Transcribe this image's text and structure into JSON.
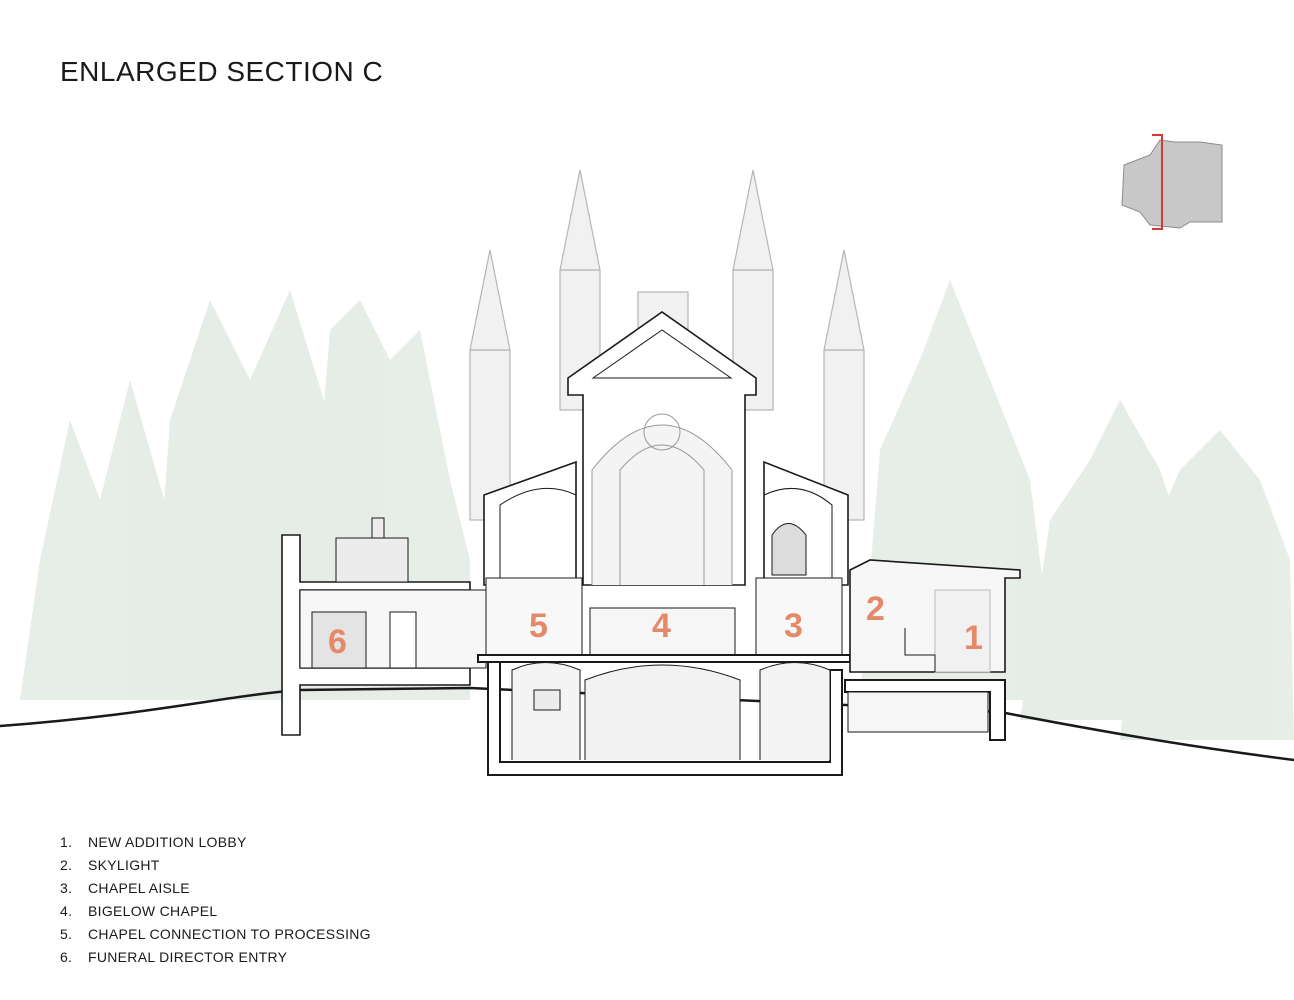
{
  "title": "ENLARGED SECTION C",
  "room_tags": [
    {
      "id": "1",
      "label": "1"
    },
    {
      "id": "2",
      "label": "2"
    },
    {
      "id": "3",
      "label": "3"
    },
    {
      "id": "4",
      "label": "4"
    },
    {
      "id": "5",
      "label": "5"
    },
    {
      "id": "6",
      "label": "6"
    }
  ],
  "legend": [
    {
      "num": "1.",
      "text": "NEW ADDITION LOBBY"
    },
    {
      "num": "2.",
      "text": "SKYLIGHT"
    },
    {
      "num": "3.",
      "text": "CHAPEL AISLE"
    },
    {
      "num": "4.",
      "text": "BIGELOW CHAPEL"
    },
    {
      "num": "5.",
      "text": "CHAPEL CONNECTION TO PROCESSING"
    },
    {
      "num": "6.",
      "text": "FUNERAL DIRECTOR ENTRY"
    }
  ],
  "colors": {
    "tag": "#e4896a",
    "section_cut": "#d43a2f",
    "key_plan": "#c8c8c8",
    "trees": "#dfe9e0",
    "line": "#1a1a1a"
  }
}
